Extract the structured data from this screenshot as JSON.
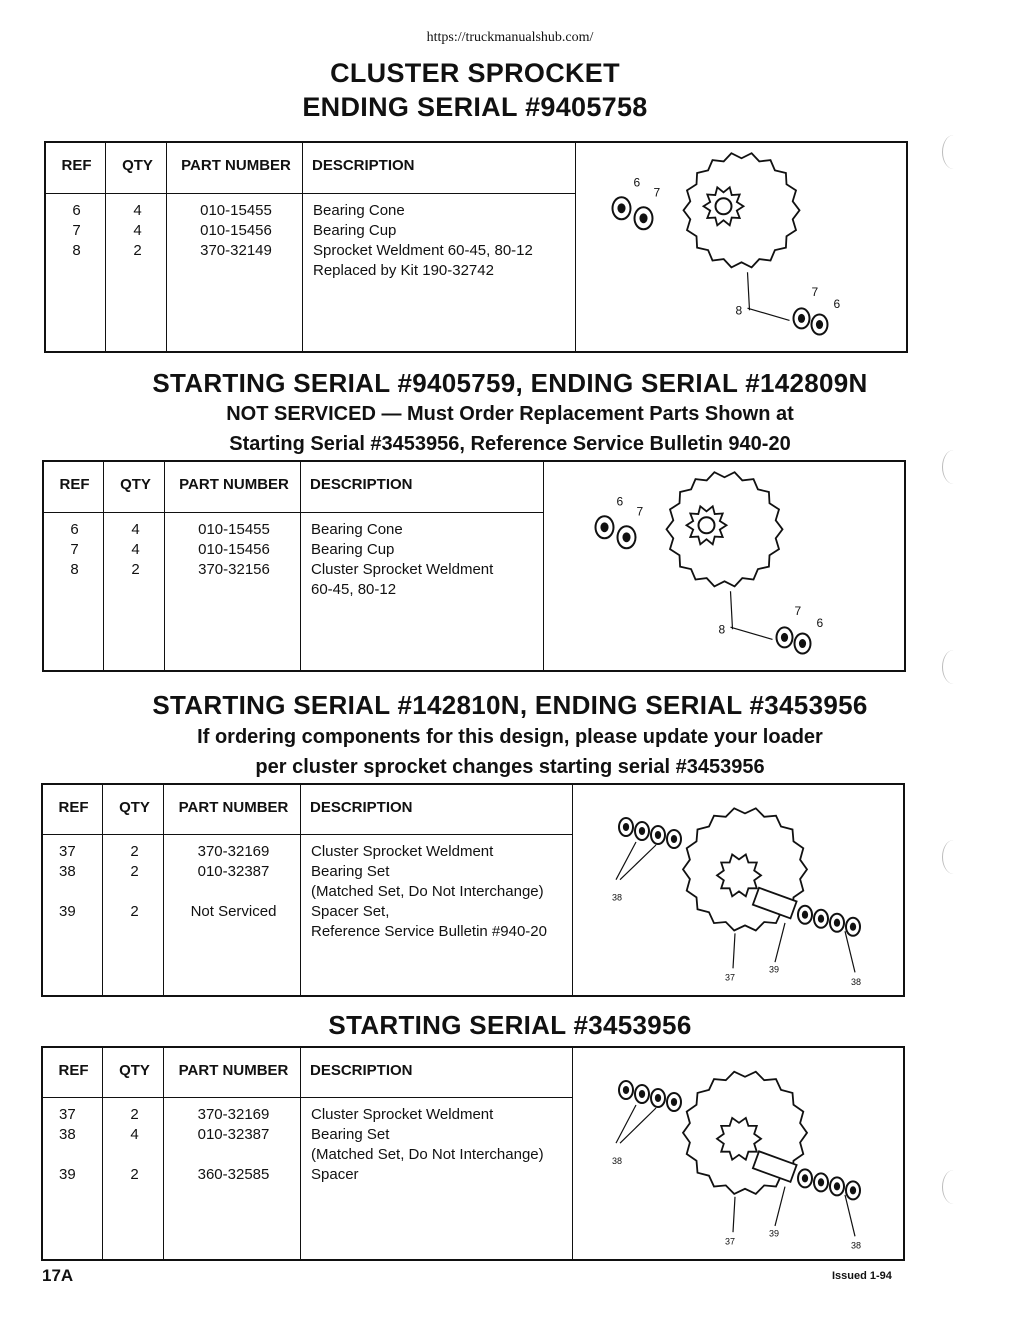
{
  "page": {
    "url": "https://truckmanualshub.com/",
    "title_line1": "CLUSTER SPROCKET",
    "title_line2": "ENDING SERIAL #9405758",
    "page_number": "17A",
    "issued": "Issued 1-94"
  },
  "headers": {
    "ref": "REF",
    "qty": "QTY",
    "part_number": "PART NUMBER",
    "description": "DESCRIPTION"
  },
  "sections": [
    {
      "heading": "",
      "subheading": [],
      "rows": [
        {
          "ref": "6",
          "qty": "4",
          "part": "010-15455",
          "desc": [
            "Bearing Cone"
          ]
        },
        {
          "ref": "7",
          "qty": "4",
          "part": "010-15456",
          "desc": [
            "Bearing Cup"
          ]
        },
        {
          "ref": "8",
          "qty": "2",
          "part": "370-32149",
          "desc": [
            "Sprocket Weldment 60-45, 80-12",
            "Replaced by Kit 190-32742"
          ]
        }
      ],
      "callouts": [
        "6",
        "7",
        "8",
        "7",
        "6"
      ]
    },
    {
      "heading": "STARTING SERIAL #9405759, ENDING SERIAL #142809N",
      "subheading": [
        "NOT SERVICED — Must Order Replacement Parts Shown at",
        "Starting Serial #3453956, Reference Service Bulletin 940-20"
      ],
      "rows": [
        {
          "ref": "6",
          "qty": "4",
          "part": "010-15455",
          "desc": [
            "Bearing Cone"
          ]
        },
        {
          "ref": "7",
          "qty": "4",
          "part": "010-15456",
          "desc": [
            "Bearing Cup"
          ]
        },
        {
          "ref": "8",
          "qty": "2",
          "part": "370-32156",
          "desc": [
            "Cluster Sprocket Weldment",
            "60-45, 80-12"
          ]
        }
      ],
      "callouts": [
        "6",
        "7",
        "8",
        "7",
        "6"
      ]
    },
    {
      "heading": "STARTING SERIAL #142810N, ENDING SERIAL #3453956",
      "subheading": [
        "If ordering components for this design, please update your loader",
        "per cluster sprocket changes starting serial #3453956"
      ],
      "rows": [
        {
          "ref": "37",
          "qty": "2",
          "part": "370-32169",
          "desc": [
            "Cluster Sprocket Weldment"
          ]
        },
        {
          "ref": "38",
          "qty": "2",
          "part": "010-32387",
          "desc": [
            "Bearing Set",
            "(Matched Set, Do Not Interchange)"
          ]
        },
        {
          "ref": "39",
          "qty": "2",
          "part": "Not Serviced",
          "desc": [
            "Spacer Set,",
            "Reference Service Bulletin #940-20"
          ]
        }
      ],
      "callouts": [
        "38",
        "37",
        "39",
        "38"
      ]
    },
    {
      "heading": "STARTING SERIAL #3453956",
      "subheading": [],
      "rows": [
        {
          "ref": "37",
          "qty": "2",
          "part": "370-32169",
          "desc": [
            "Cluster Sprocket Weldment"
          ]
        },
        {
          "ref": "38",
          "qty": "4",
          "part": "010-32387",
          "desc": [
            "Bearing Set",
            "(Matched Set, Do Not Interchange)"
          ]
        },
        {
          "ref": "39",
          "qty": "2",
          "part": "360-32585",
          "desc": [
            "Spacer"
          ]
        }
      ],
      "callouts": [
        "38",
        "37",
        "39",
        "38"
      ]
    }
  ]
}
